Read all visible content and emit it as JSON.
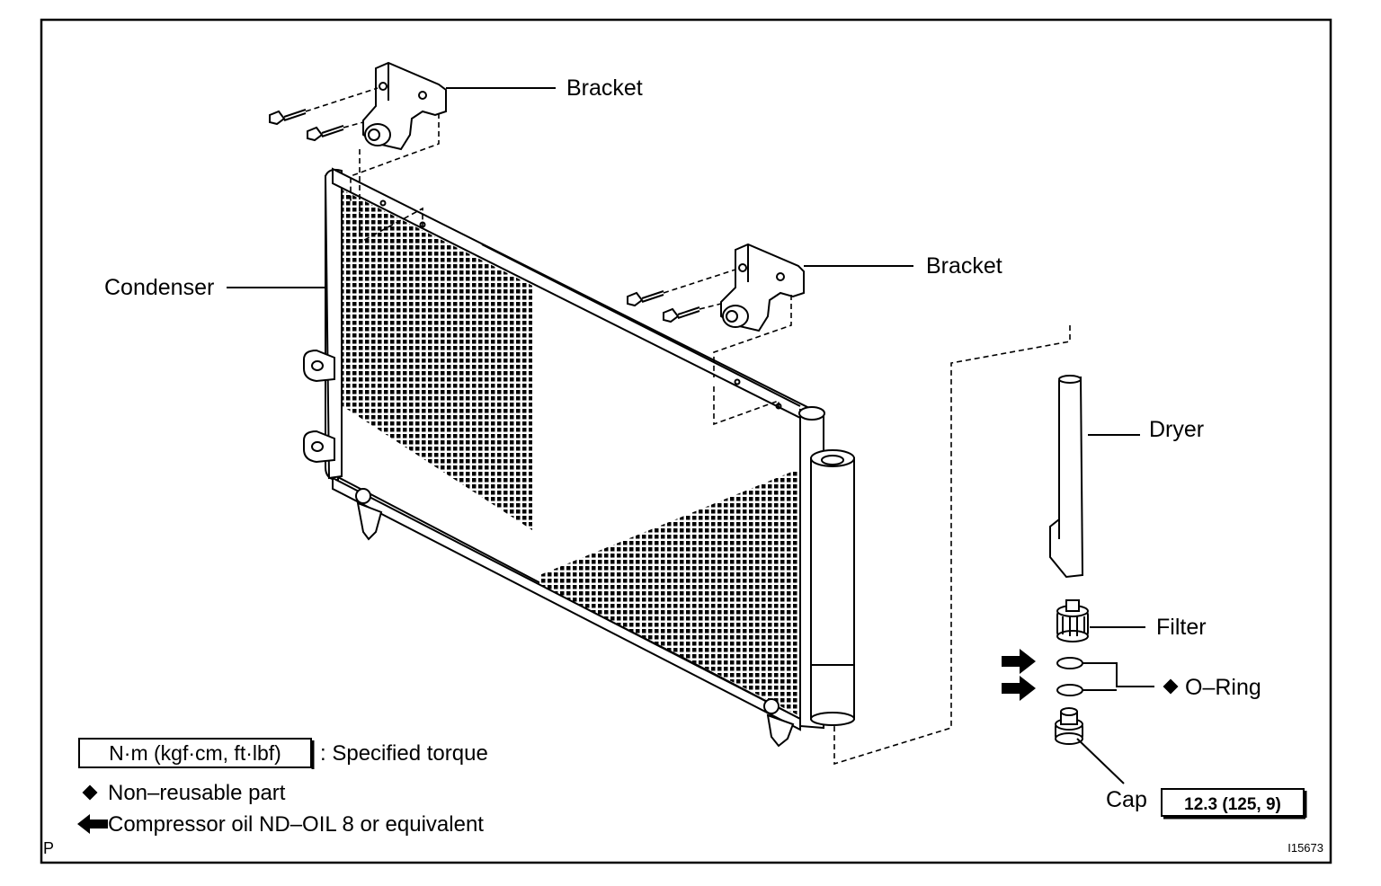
{
  "labels": {
    "bracket_top": "Bracket",
    "bracket_mid": "Bracket",
    "condenser": "Condenser",
    "dryer": "Dryer",
    "filter": "Filter",
    "o_ring": "O–Ring",
    "cap": "Cap"
  },
  "torque": {
    "cap_value": "12.3 (125, 9)"
  },
  "legend": {
    "torque_box": "N·m (kgf·cm, ft·lbf)",
    "torque_desc": ": Specified torque",
    "non_reusable": "Non–reusable part",
    "oil": "Compressor oil ND–OIL 8 or equivalent"
  },
  "corner": {
    "left": "P",
    "id": "I15673"
  }
}
